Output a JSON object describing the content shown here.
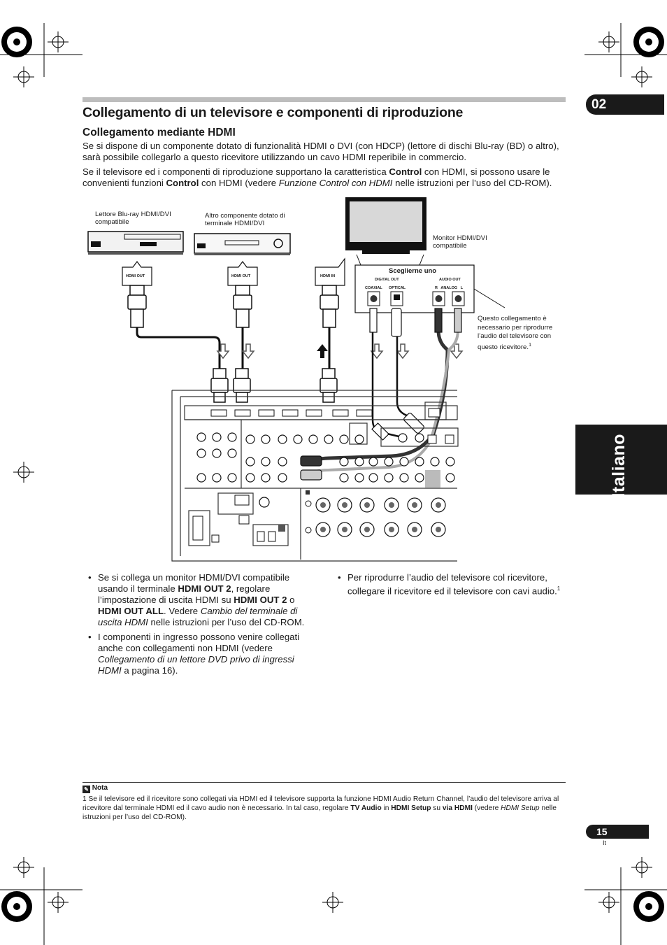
{
  "header": {
    "chapter_number": "02"
  },
  "title": "Collegamento di un televisore e componenti di riproduzione",
  "section_heading": "Collegamento mediante HDMI",
  "intro": {
    "p1": "Se si dispone di un componente dotato di funzionalità HDMI o DVI (con HDCP) (lettore di dischi Blu-ray (BD) o altro), sarà possibile collegarlo a questo ricevitore utilizzando un cavo HDMI reperibile in commercio.",
    "p2_a": "Se il televisore ed i componenti di riproduzione supportano la caratteristica ",
    "p2_b": "Control",
    "p2_c": " con HDMI, si possono usare le convenienti funzioni ",
    "p2_d": "Control",
    "p2_e": " con HDMI (vedere ",
    "p2_f": "Funzione Control con HDMI",
    "p2_g": " nelle istruzioni per l’uso del CD-ROM)."
  },
  "diagram": {
    "bluray_label": "Lettore Blu-ray HDMI/DVI compatibile",
    "other_label": "Altro componente dotato di terminale HDMI/DVI",
    "monitor_label": "Monitor HDMI/DVI compatibile",
    "choose_one": "Sceglierne uno",
    "digital_out": "DIGITAL OUT",
    "coaxial": "COAXIAL",
    "optical": "OPTICAL",
    "audio_out": "AUDIO OUT",
    "analog": "R   ANALOG   L",
    "hdmi_out_1": "HDMI OUT",
    "hdmi_out_2": "HDMI OUT",
    "hdmi_in": "HDMI IN",
    "audio_note": "Questo collegamento è necessario per riprodurre l’audio del televisore con questo ricevitore.",
    "audio_note_sup": "1"
  },
  "side_tab": "Italiano",
  "bullets_left": [
    {
      "a": "Se si collega un monitor HDMI/DVI compatibile usando il terminale ",
      "b": "HDMI OUT 2",
      "c": ", regolare l’impostazione di uscita HDMI su ",
      "d": "HDMI OUT 2",
      "e": " o ",
      "f": "HDMI OUT ALL",
      "g": ". Vedere ",
      "h": "Cambio del terminale di uscita HDMI",
      "i": " nelle istruzioni per l’uso del CD-ROM."
    },
    {
      "a": "I componenti in ingresso possono venire collegati anche con collegamenti non HDMI (vedere ",
      "b": "Collegamento di un lettore DVD privo di ingressi HDMI",
      "c": " a pagina 16)."
    }
  ],
  "bullet_right": {
    "a": "Per riprodurre l’audio del televisore col ricevitore, collegare il ricevitore ed il televisore con cavi audio.",
    "sup": "1"
  },
  "note": {
    "heading": "Nota",
    "num": "1",
    "a": " Se il televisore ed il ricevitore sono collegati via HDMI ed il televisore supporta la funzione HDMI Audio Return Channel, l’audio del televisore arriva al ricevitore dal terminale HDMI ed il cavo audio non è necessario. In tal caso, regolare ",
    "b": "TV Audio",
    "c": " in ",
    "d": "HDMI Setup",
    "e": " su ",
    "f": "via HDMI",
    "g": " (vedere ",
    "h": "HDMI Setup",
    "i": " nelle istruzioni per l’uso del CD-ROM)."
  },
  "footer": {
    "page_number": "15",
    "lang": "It"
  }
}
